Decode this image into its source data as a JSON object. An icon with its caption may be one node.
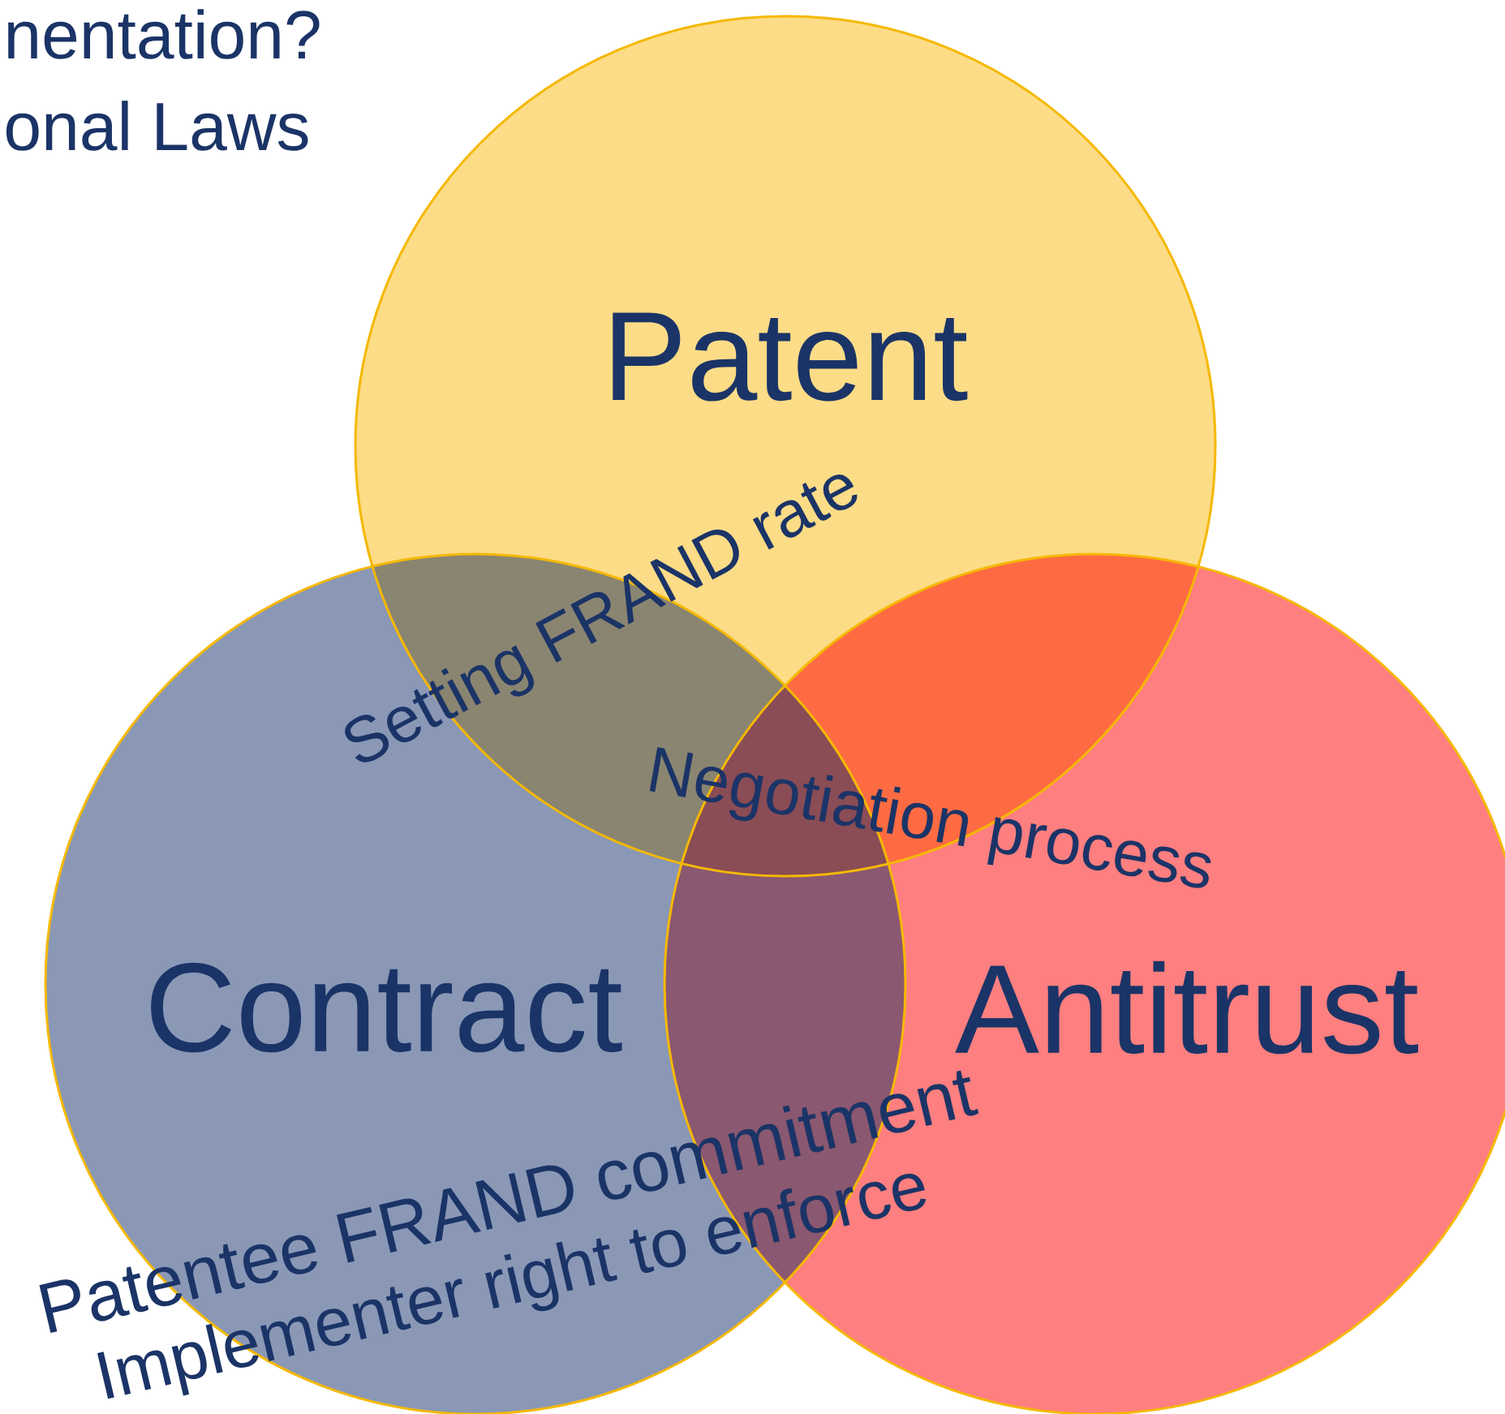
{
  "diagram": {
    "nodes": [
      {
        "text": [
          "Patent"
        ]
      },
      {
        "text": [
          "Contract"
        ]
      },
      {
        "text": [
          "Antitrust"
        ]
      }
    ],
    "labels": [
      "nentation?",
      "onal Laws",
      "Setting FRAND rate",
      "Negotiation process",
      "Patentee FRAND commitment",
      "Implementer right to enforce"
    ]
  }
}
